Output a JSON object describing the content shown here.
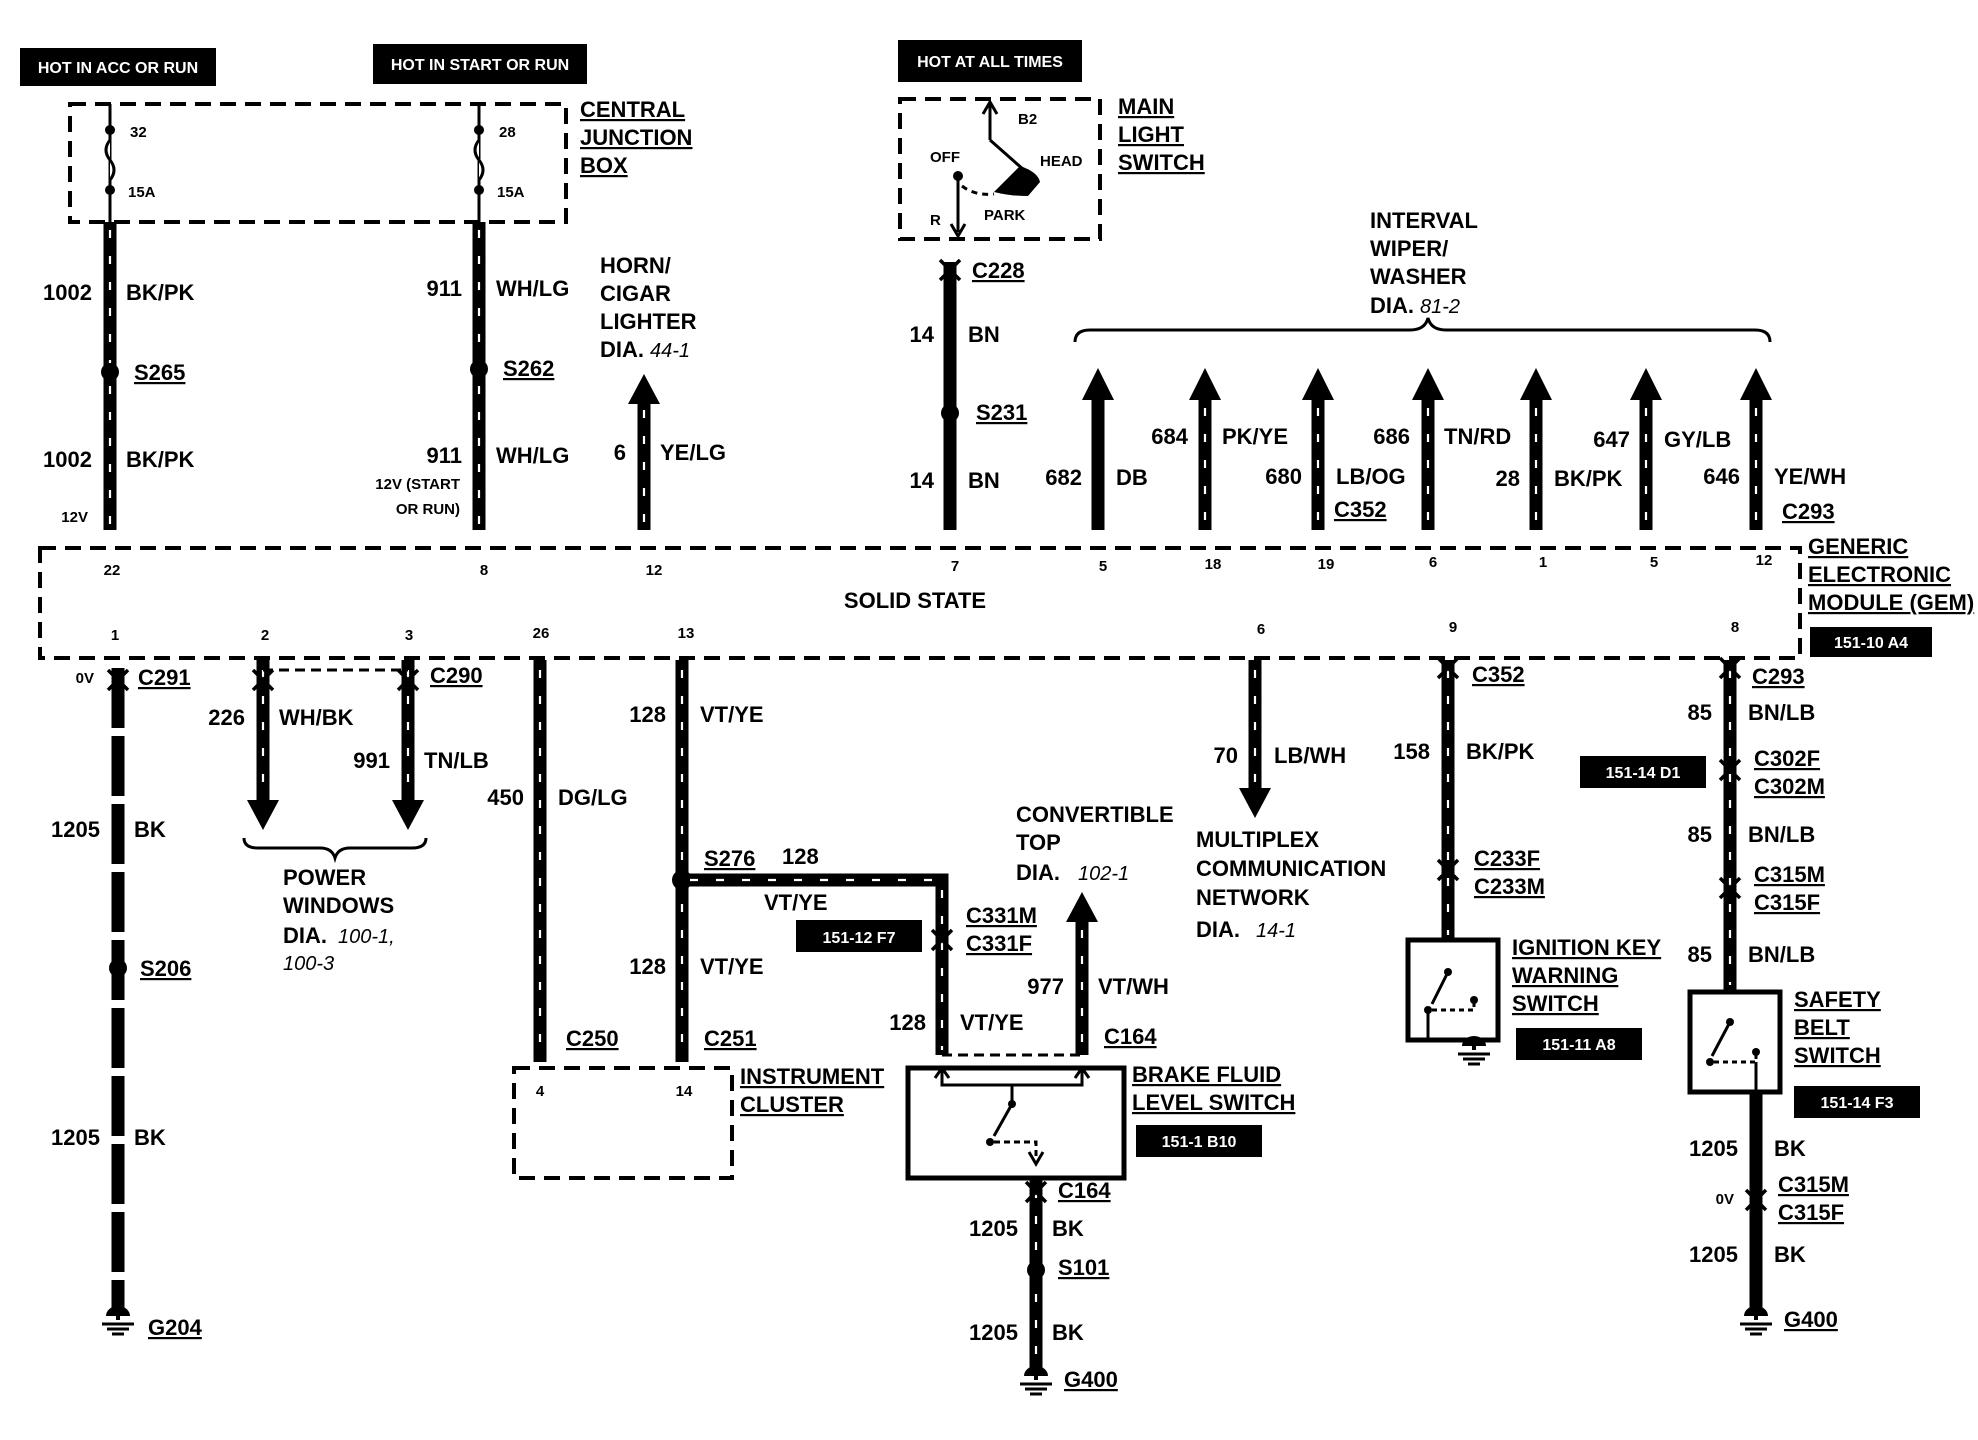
{
  "power_labels": {
    "acc_run": "HOT IN ACC OR RUN",
    "start_run": "HOT IN START OR RUN",
    "all_times": "HOT AT ALL TIMES"
  },
  "cjb": {
    "line1": "CENTRAL",
    "line2": "JUNCTION",
    "line3": "BOX",
    "fuse1_pin": "32",
    "fuse1_amp": "15A",
    "fuse2_pin": "28",
    "fuse2_amp": "15A"
  },
  "mls": {
    "line1": "MAIN",
    "line2": "LIGHT",
    "line3": "SWITCH",
    "b2": "B2",
    "off": "OFF",
    "head": "HEAD",
    "park": "PARK",
    "r": "R"
  },
  "wires_top": {
    "w1002a_circ": "1002",
    "w1002a_col": "BK/PK",
    "s265": "S265",
    "w1002b_circ": "1002",
    "w1002b_col": "BK/PK",
    "v12": "12V",
    "w911a_circ": "911",
    "w911a_col": "WH/LG",
    "s262": "S262",
    "w911b_circ": "911",
    "w911b_col": "WH/LG",
    "v12_start": "12V (START",
    "or_run": "OR RUN)",
    "horn1": "HORN/",
    "horn2": "CIGAR",
    "horn3": "LIGHTER",
    "horn_dia": "DIA.",
    "horn_ref": "44-1",
    "w6_circ": "6",
    "w6_col": "YE/LG",
    "c228": "C228",
    "w14a_circ": "14",
    "w14a_col": "BN",
    "s231": "S231",
    "w14b_circ": "14",
    "w14b_col": "BN"
  },
  "wiper": {
    "line1": "INTERVAL",
    "line2": "WIPER/",
    "line3": "WASHER",
    "dia": "DIA.",
    "ref": "81-2",
    "w682_circ": "682",
    "w682_col": "DB",
    "w684_circ": "684",
    "w684_col": "PK/YE",
    "w680_circ": "680",
    "w680_col": "LB/OG",
    "c352": "C352",
    "w686_circ": "686",
    "w686_col": "TN/RD",
    "w28_circ": "28",
    "w28_col": "BK/PK",
    "w647_circ": "647",
    "w647_col": "GY/LB",
    "w646_circ": "646",
    "w646_col": "YE/WH",
    "c293": "C293"
  },
  "gem": {
    "line1": "GENERIC",
    "line2": "ELECTRONIC",
    "line3": "MODULE (GEM)",
    "ref": "151-10 A4",
    "solid_state": "SOLID STATE",
    "top_pins": [
      "22",
      "8",
      "12",
      "7",
      "5",
      "18",
      "19",
      "6",
      "1",
      "5",
      "12"
    ],
    "bottom_pins": [
      "1",
      "2",
      "3",
      "26",
      "13",
      "6",
      "9",
      "8"
    ]
  },
  "bottom_left": {
    "v0": "0V",
    "c291": "C291",
    "w1205a_circ": "1205",
    "w1205a_col": "BK",
    "s206": "S206",
    "w1205b_circ": "1205",
    "w1205b_col": "BK",
    "g204": "G204",
    "c290": "C290",
    "w226_circ": "226",
    "w226_col": "WH/BK",
    "w991_circ": "991",
    "w991_col": "TN/LB",
    "pw1": "POWER",
    "pw2": "WINDOWS",
    "pw_dia": "DIA.",
    "pw_ref1": "100-1,",
    "pw_ref2": "100-3"
  },
  "cluster": {
    "w450_circ": "450",
    "w450_col": "DG/LG",
    "w128a_circ": "128",
    "w128a_col": "VT/YE",
    "s276": "S276",
    "w128b_circ": "128",
    "w128b_col": "VT/YE",
    "w128c_circ": "128",
    "w128c_col": "VT/YE",
    "c250": "C250",
    "c251": "C251",
    "pin4": "4",
    "pin14": "14",
    "label1": "INSTRUMENT",
    "label2": "CLUSTER"
  },
  "brake": {
    "ref_f7": "151-12 F7",
    "c331m": "C331M",
    "c331f": "C331F",
    "w128_circ": "128",
    "w128_col": "VT/YE",
    "conv1": "CONVERTIBLE",
    "conv2": "TOP",
    "conv_dia": "DIA.",
    "conv_ref": "102-1",
    "w977_circ": "977",
    "w977_col": "VT/WH",
    "c164_top": "C164",
    "label1": "BRAKE FLUID",
    "label2": "LEVEL SWITCH",
    "ref": "151-1 B10",
    "c164_bot": "C164",
    "w1205a_circ": "1205",
    "w1205a_col": "BK",
    "s101": "S101",
    "w1205b_circ": "1205",
    "w1205b_col": "BK",
    "g400": "G400"
  },
  "multiplex": {
    "w70_circ": "70",
    "w70_col": "LB/WH",
    "line1": "MULTIPLEX",
    "line2": "COMMUNICATION",
    "line3": "NETWORK",
    "dia": "DIA.",
    "ref": "14-1"
  },
  "ignition": {
    "c352": "C352",
    "w158_circ": "158",
    "w158_col": "BK/PK",
    "c233f": "C233F",
    "c233m": "C233M",
    "line1": "IGNITION KEY",
    "line2": "WARNING",
    "line3": "SWITCH",
    "ref": "151-11 A8"
  },
  "seatbelt": {
    "c293": "C293",
    "w85a_circ": "85",
    "w85a_col": "BN/LB",
    "ref_d1": "151-14 D1",
    "c302f": "C302F",
    "c302m": "C302M",
    "w85b_circ": "85",
    "w85b_col": "BN/LB",
    "c315m_top": "C315M",
    "c315f_top": "C315F",
    "w85c_circ": "85",
    "w85c_col": "BN/LB",
    "line1": "SAFETY",
    "line2": "BELT",
    "line3": "SWITCH",
    "ref": "151-14 F3",
    "w1205a_circ": "1205",
    "w1205a_col": "BK",
    "v0": "0V",
    "c315m_bot": "C315M",
    "c315f_bot": "C315F",
    "w1205b_circ": "1205",
    "w1205b_col": "BK",
    "g400": "G400"
  }
}
